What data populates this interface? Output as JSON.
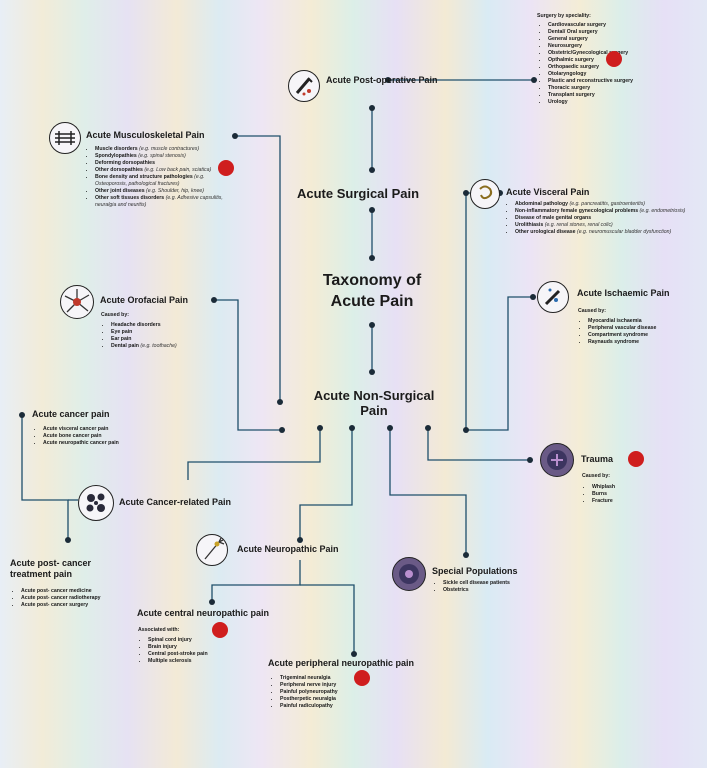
{
  "center": {
    "surgical": "Acute Surgical Pain",
    "taxonomy_line1": "Taxonomy of",
    "taxonomy_line2": "Acute Pain",
    "nonsurgical_line1": "Acute Non-Surgical",
    "nonsurgical_line2": "Pain"
  },
  "postop": {
    "title": "Acute Post-operative Pain",
    "list_title": "Surgery by speciality:",
    "items": [
      "Cardiovascular surgery",
      "Dental/ Oral surgery",
      "General surgery",
      "Neurosurgery",
      "Obstetric/Gynecological surgery",
      "Opthalmic surgery",
      "Orthopaedic surgery",
      "Otolaryngology",
      "Plastic and reconstructive surgery",
      "Thoracic surgery",
      "Transplant surgery",
      "Urology"
    ]
  },
  "msk": {
    "title": "Acute Musculoskeletal Pain",
    "items": [
      {
        "b": "Muscle disorders",
        "e": "(e.g. muscle contractures)"
      },
      {
        "b": "Spondylopathies",
        "e": "(e.g. spinal stenosis)"
      },
      {
        "b": "Deforming dorsopathies",
        "e": ""
      },
      {
        "b": "Other dorsopathies",
        "e": "(e.g. Low back pain, sciatica)"
      },
      {
        "b": "Bone density and structure pathologies",
        "e": "(e.g. Osteoporosis, pathological fractures)"
      },
      {
        "b": "Other joint diseases",
        "e": "(e.g. Shoulder, hip, knee)"
      },
      {
        "b": "Other soft tissues disorders",
        "e": "(e.g. Adhesive capsulitis, neuralgia and neuritis)"
      }
    ]
  },
  "visceral": {
    "title": "Acute Visceral Pain",
    "items": [
      {
        "b": "Abdominal pathology",
        "e": "(e.g. pancreatitis, gastroenteritis)"
      },
      {
        "b": "Non-inflammatory female gynecological problems",
        "e": "(e.g. endometriosis)"
      },
      {
        "b": "Disease of male genital organs",
        "e": ""
      },
      {
        "b": "Urolithiasis",
        "e": "(e.g. renal stones, renal colic)"
      },
      {
        "b": "Other urological disease",
        "e": "(e.g. neuromuscular bladder dysfunction)"
      }
    ]
  },
  "orofacial": {
    "title": "Acute Orofacial Pain",
    "caused_by": "Caused by:",
    "items": [
      {
        "b": "Headache disorders",
        "e": ""
      },
      {
        "b": "Eye pain",
        "e": ""
      },
      {
        "b": "Ear pain",
        "e": ""
      },
      {
        "b": "Dental pain",
        "e": "(e.g. toothache)"
      }
    ]
  },
  "ischaemic": {
    "title": "Acute Ischaemic Pain",
    "caused_by": "Caused by:",
    "items": [
      "Myocardial ischaemia",
      "Peripheral vascular disease",
      "Compartment syndrome",
      "Raynauds syndrome"
    ]
  },
  "cancer": {
    "title": "Acute cancer pain",
    "items": [
      "Acute visceral cancer pain",
      "Acute bone cancer pain",
      "Acute neuropathic cancer pain"
    ]
  },
  "cancer_related": {
    "title": "Acute Cancer-related Pain"
  },
  "post_cancer": {
    "title_line1": "Acute post- cancer",
    "title_line2": "treatment pain",
    "items": [
      "Acute post- cancer medicine",
      "Acute post- cancer radiotherapy",
      "Acute post- cancer surgery"
    ]
  },
  "trauma": {
    "title": "Trauma",
    "caused_by": "Caused by:",
    "items": [
      "Whiplash",
      "Burns",
      "Fracture"
    ]
  },
  "neuropathic": {
    "title": "Acute Neuropathic Pain"
  },
  "special": {
    "title": "Special Populations",
    "items": [
      "Sickle cell disease patients",
      "Obstetrics"
    ]
  },
  "central": {
    "title": "Acute central neuropathic pain",
    "associated": "Associated with:",
    "items": [
      "Spinal cord injury",
      "Brain injury",
      "Central post-stroke pain",
      "Multiple sclerosis"
    ]
  },
  "peripheral": {
    "title": "Acute peripheral neuropathic pain",
    "items": [
      "Trigeminal neuralgia",
      "Peripheral nerve injury",
      "Painful polyneuropathy",
      "Postherpetic neuralgia",
      "Painful radiculopathy"
    ]
  },
  "colors": {
    "line": "#1f4f6b",
    "node": "#1b2b38",
    "badge": "#cf1e1e"
  },
  "icons": [
    "syringe-icon",
    "muscle-icon",
    "abdomen-icon",
    "nerve-cell-icon",
    "ischaemia-icon",
    "cancer-cells-icon",
    "neuron-icon",
    "special-populations-icon",
    "trauma-icon"
  ]
}
